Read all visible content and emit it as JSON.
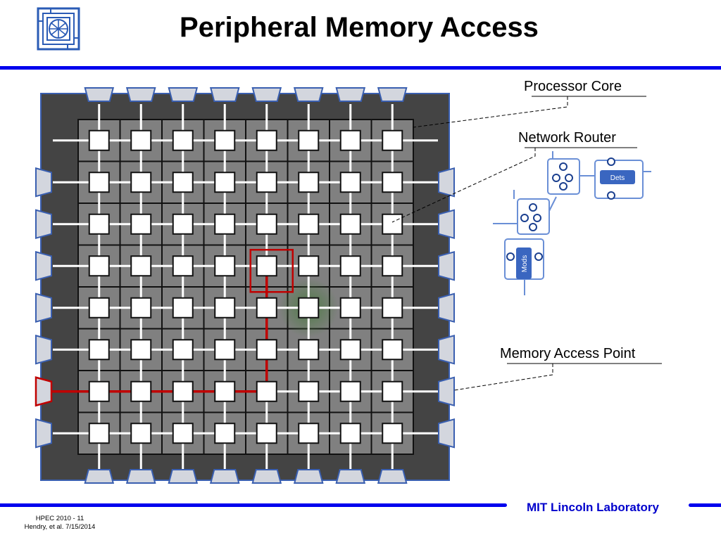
{
  "header": {
    "title": "Peripheral Memory Access"
  },
  "callouts": {
    "processor_core": "Processor Core",
    "network_router": "Network Router",
    "memory_access_point": "Memory Access Point"
  },
  "router_detail": {
    "dets_label": "Dets",
    "mods_label": "Mods"
  },
  "grid": {
    "rows": 8,
    "cols": 8,
    "highlighted_core": {
      "row": 4,
      "col": 5
    },
    "memory_path_from_port": "left side, row 7"
  },
  "footer": {
    "lab_name": "MIT Lincoln Laboratory",
    "line1": "HPEC 2010 - 11",
    "line2": "Hendry, et al. 7/15/2014"
  },
  "colors": {
    "title_rule": "#0000ee",
    "lab_name": "#0000cc",
    "chip_background": "#444444",
    "tile": "#808080",
    "memory_port": "#d3d6de",
    "port_border": "#3a5fb0",
    "active_path": "#c00000",
    "highlight_glow": "#4a7a40"
  }
}
